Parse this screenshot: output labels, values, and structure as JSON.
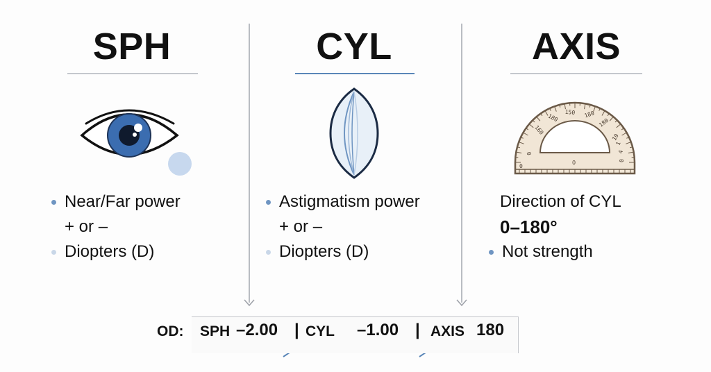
{
  "columns": [
    {
      "title": "SPH",
      "icon": "eye-icon",
      "bullets": [
        "Near/Far power",
        "+ or –",
        "Diopters (D)"
      ]
    },
    {
      "title": "CYL",
      "icon": "cylindrical-lens-icon",
      "bullets": [
        "Astigmatism power",
        "+ or –",
        "Diopters (D)"
      ]
    },
    {
      "title": "AXIS",
      "icon": "protractor-icon",
      "lines": [
        "Direction of CYL",
        "0–180°",
        "Not strength"
      ]
    }
  ],
  "protractor": {
    "labels": [
      "0",
      "10",
      "180",
      "180",
      "150",
      "180",
      "160",
      "0",
      "1",
      "4",
      "0",
      "0"
    ]
  },
  "prescription": {
    "eye": "OD:",
    "sph_label": "SPH",
    "sph_value": "–2.00",
    "sep1": "|",
    "cyl_label": "CYL",
    "cyl_value": "–1.00",
    "sep2": "|",
    "axis_label": "AXIS",
    "axis_value": "180"
  },
  "colors": {
    "accent": "#5a86b8",
    "eye_iris": "#3b6db0",
    "lens_fill": "#e8f0f8",
    "protractor_fill": "#f1e6d6",
    "protractor_stroke": "#6b5a48"
  }
}
